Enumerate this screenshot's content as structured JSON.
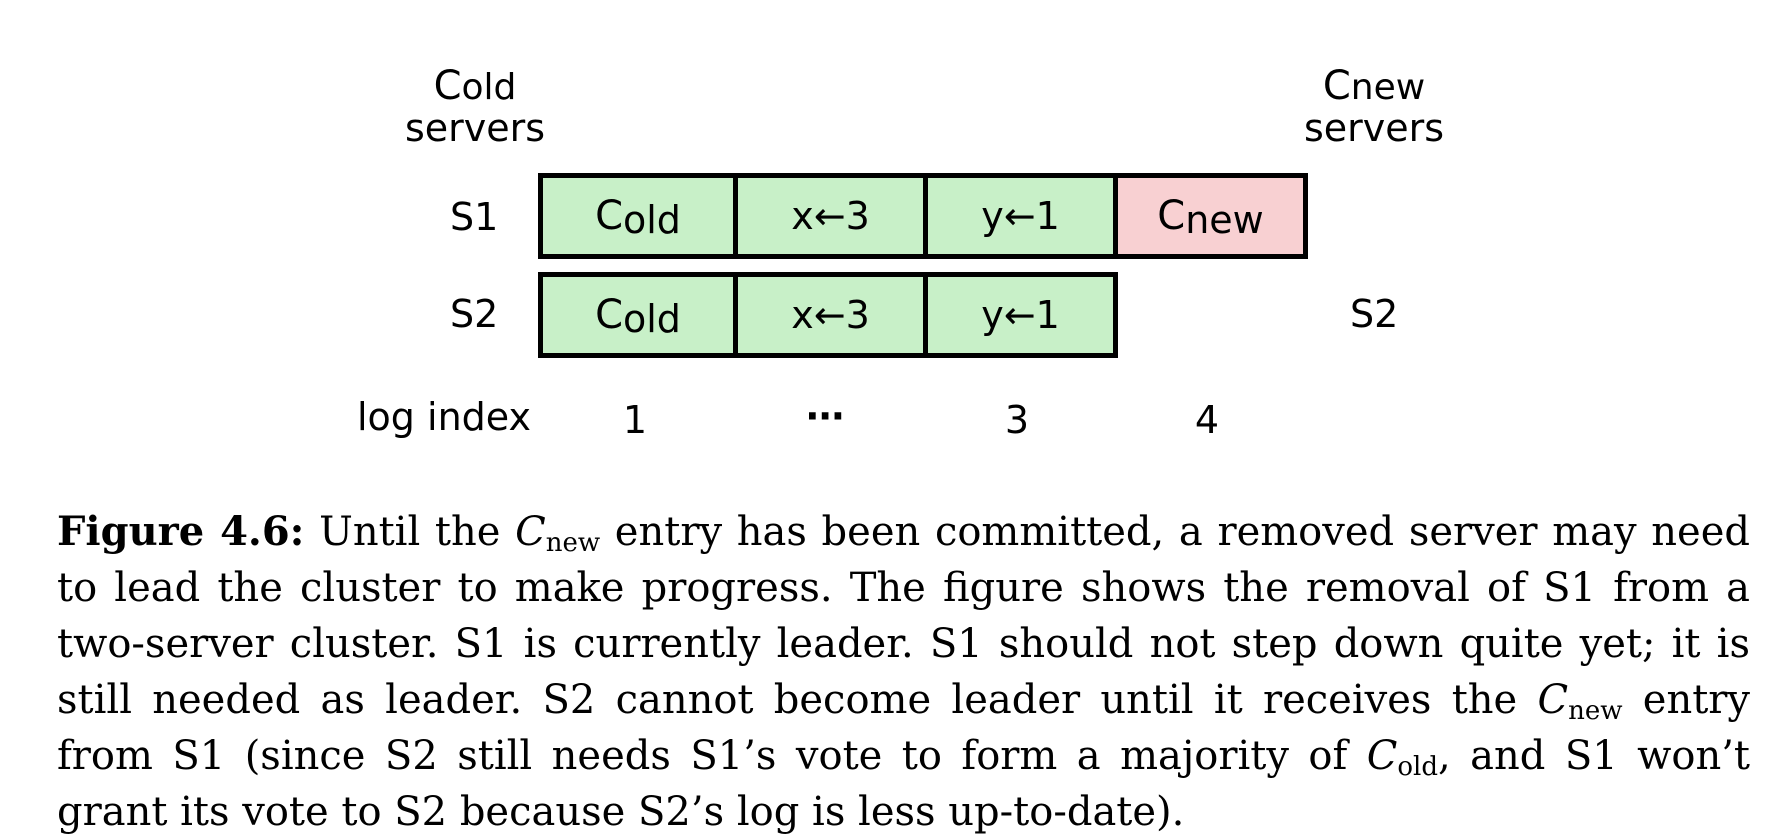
{
  "diagram": {
    "left_header": {
      "base": "C",
      "sub": "old",
      "line2": "servers"
    },
    "right_header": {
      "base": "C",
      "sub": "new",
      "line2": "servers"
    },
    "rows": [
      {
        "label": "S1",
        "cells": [
          {
            "type": "config",
            "base": "C",
            "sub": "old",
            "color": "#c8f0c8"
          },
          {
            "type": "text",
            "text": "x←3",
            "color": "#c8f0c8"
          },
          {
            "type": "text",
            "text": "y←1",
            "color": "#c8f0c8"
          },
          {
            "type": "config",
            "base": "C",
            "sub": "new",
            "color": "#f8d0d2"
          }
        ]
      },
      {
        "label": "S2",
        "cells": [
          {
            "type": "config",
            "base": "C",
            "sub": "old",
            "color": "#c8f0c8"
          },
          {
            "type": "text",
            "text": "x←3",
            "color": "#c8f0c8"
          },
          {
            "type": "text",
            "text": "y←1",
            "color": "#c8f0c8"
          }
        ],
        "right_label": "S2"
      }
    ],
    "log_index": {
      "label": "log index",
      "values": [
        "1",
        "⋯",
        "3",
        "4"
      ]
    }
  },
  "caption": {
    "fig_label": "Figure 4.6:",
    "segments": [
      {
        "t": "text",
        "v": " Until the "
      },
      {
        "t": "var",
        "base": "C",
        "sub": "new"
      },
      {
        "t": "text",
        "v": " entry has been committed, a removed server may need to lead the cluster to make progress. The figure shows the removal of S1 from a two-server cluster. S1 is currently leader. S1 should not step down quite yet; it is still needed as leader. S2 cannot become leader until it receives the "
      },
      {
        "t": "var",
        "base": "C",
        "sub": "new"
      },
      {
        "t": "text",
        "v": " entry from S1 (since S2 still needs S1’s vote to form a majority of "
      },
      {
        "t": "var",
        "base": "C",
        "sub": "old"
      },
      {
        "t": "text",
        "v": ", and S1 won’t grant its vote to S2 because S2’s log is less up-to-date)."
      }
    ]
  }
}
